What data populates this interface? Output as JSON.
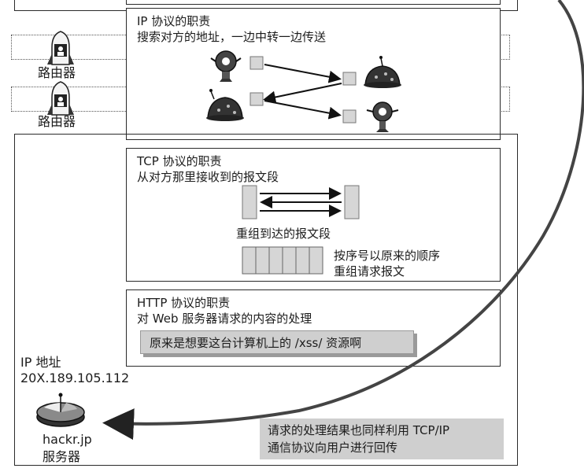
{
  "ip_section": {
    "title": "IP 协议的职责",
    "subtitle": "搜索对方的地址，一边中转一边传送"
  },
  "routers": [
    {
      "label": "路由器"
    },
    {
      "label": "路由器"
    }
  ],
  "tcp_section": {
    "title": "TCP 协议的职责",
    "subtitle": "从对方那里接收到的报文段",
    "reassemble": "重组到达的报文段",
    "note_line1": "按序号以原来的顺序",
    "note_line2": "重组请求报文"
  },
  "http_section": {
    "title": "HTTP 协议的职责",
    "subtitle": "对 Web 服务器请求的内容的处理",
    "highlight": "原来是想要这台计算机上的 /xss/ 资源啊"
  },
  "server": {
    "ip_label": "IP 地址",
    "ip_value": "20X.189.105.112",
    "host": "hackr.jp",
    "name": "服务器"
  },
  "result_note": {
    "line1": "请求的处理结果也同样利用 TCP/IP",
    "line2": "通信协议向用户进行回传"
  },
  "colors": {
    "line": "#2a2a2a",
    "label_bg": "#cfcfcf",
    "packet": "#d6d6d6"
  }
}
